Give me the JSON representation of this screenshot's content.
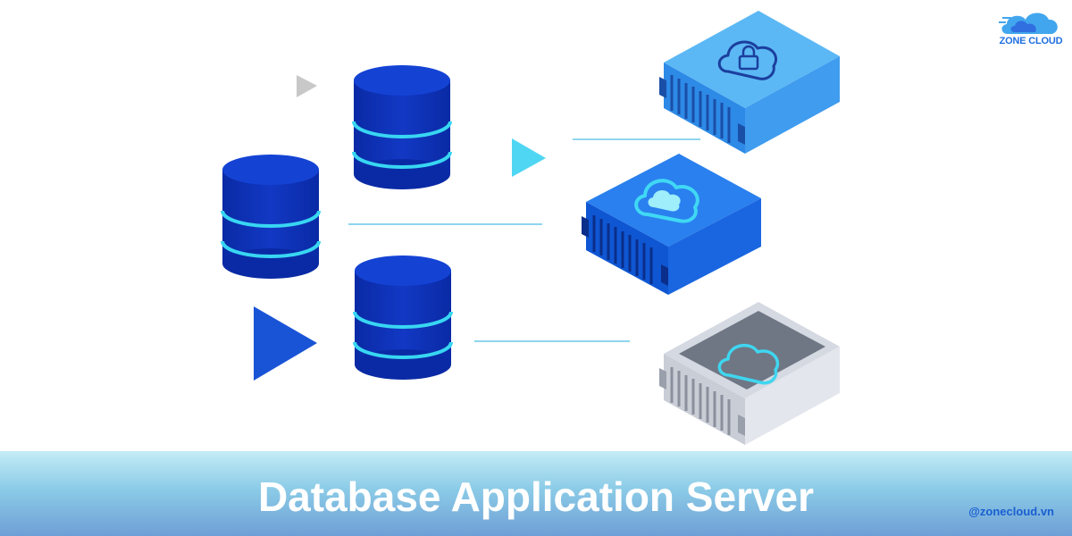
{
  "banner": {
    "title": "Database Application Server",
    "handle": "@zonecloud.vn"
  },
  "logo": {
    "text": "ZONE CLOUD",
    "icon": "cloud-logo-icon"
  },
  "diagram": {
    "databases": [
      "database-cylinder",
      "database-cylinder",
      "database-cylinder"
    ],
    "servers": [
      {
        "name": "server-secure",
        "icon": "cloud-lock-icon"
      },
      {
        "name": "server-cloud",
        "icon": "cloud-icon"
      },
      {
        "name": "server-backup",
        "icon": "cloud-outline-icon"
      }
    ],
    "colors": {
      "db_body": "#0d2fb8",
      "db_top": "#1340d0",
      "db_ring": "#38d6f2",
      "arrow_dark": "#1a54d6",
      "arrow_cyan": "#4fd6f2",
      "arrow_gray": "#c8c8c8",
      "connector": "#8fd5ef",
      "server_light": "#4aa9ee",
      "server_mid": "#1a6fe6",
      "server_gray": "#e2e5ec"
    }
  }
}
